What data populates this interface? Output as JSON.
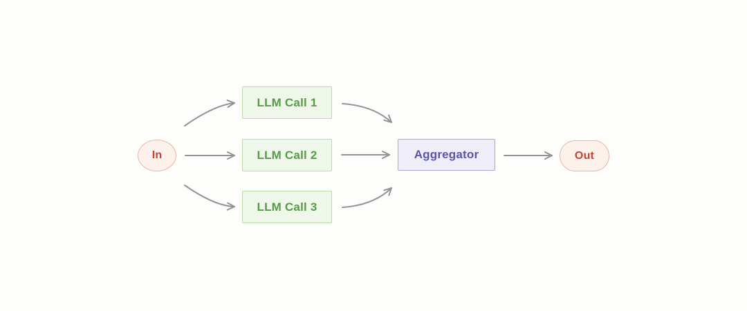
{
  "diagram": {
    "nodes": {
      "input": {
        "label": "In"
      },
      "llm_call_1": {
        "label": "LLM Call 1"
      },
      "llm_call_2": {
        "label": "LLM Call 2"
      },
      "llm_call_3": {
        "label": "LLM Call 3"
      },
      "aggregator": {
        "label": "Aggregator"
      },
      "output": {
        "label": "Out"
      }
    },
    "edges": [
      {
        "from": "In",
        "to": "LLM Call 1"
      },
      {
        "from": "In",
        "to": "LLM Call 2"
      },
      {
        "from": "In",
        "to": "LLM Call 3"
      },
      {
        "from": "LLM Call 1",
        "to": "Aggregator"
      },
      {
        "from": "LLM Call 2",
        "to": "Aggregator"
      },
      {
        "from": "LLM Call 3",
        "to": "Aggregator"
      },
      {
        "from": "Aggregator",
        "to": "Out"
      }
    ]
  },
  "colors": {
    "canvas-bg": "#fdfdfc",
    "arrow": "#939393",
    "green-fill": "#eff7ea",
    "green-border": "#bdd6ab",
    "green-text": "#579a48",
    "purple-fill": "#eeedf8",
    "purple-border": "#aaa5d5",
    "purple-text": "#5a54a8",
    "pink-fill": "#fdf1ec",
    "pink-border": "#e7b6a6",
    "pink-text": "#c04534"
  }
}
